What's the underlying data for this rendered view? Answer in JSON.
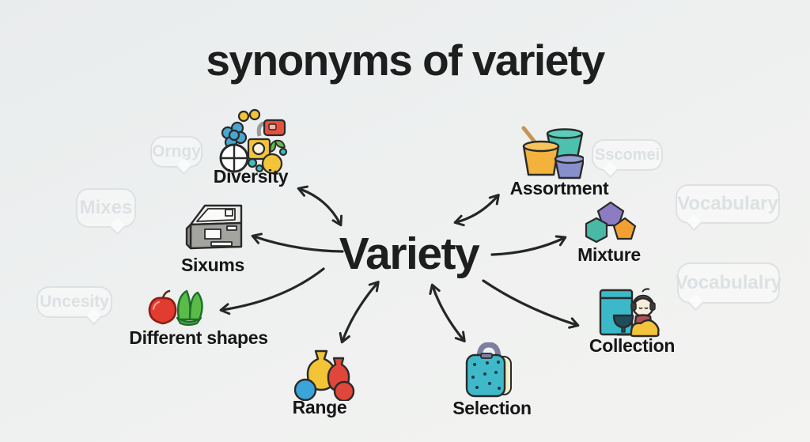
{
  "title": "synonyms of variety",
  "center": {
    "label": "Variety"
  },
  "nodes": [
    {
      "id": "diversity",
      "label": "Diversity",
      "icon": "diversity-cluster-icon"
    },
    {
      "id": "assortment",
      "label": "Assortment",
      "icon": "assorted-cups-icon"
    },
    {
      "id": "sixums",
      "label": "Sixums",
      "icon": "printer-icon"
    },
    {
      "id": "mixture",
      "label": "Mixture",
      "icon": "mixed-polygons-icon"
    },
    {
      "id": "different_shapes",
      "label": "Different shapes",
      "icon": "apple-lettuce-icon"
    },
    {
      "id": "collection",
      "label": "Collection",
      "icon": "cabinet-listener-icon"
    },
    {
      "id": "range",
      "label": "Range",
      "icon": "vases-icon"
    },
    {
      "id": "selection",
      "label": "Selection",
      "icon": "dotted-bag-icon"
    }
  ],
  "watermarks": [
    {
      "label": "Orngy"
    },
    {
      "label": "Mixes"
    },
    {
      "label": "Uncesity"
    },
    {
      "label": "Sscomei"
    },
    {
      "label": "Vocabulary"
    },
    {
      "label": "Vocabulalry"
    }
  ],
  "colors": {
    "text": "#1e1e1e",
    "arrow": "#262626",
    "yellow": "#f2c437",
    "red": "#e0463a",
    "teal": "#45b9a8",
    "blue": "#3ba4d8",
    "purple": "#8d7cc4",
    "orange": "#f2a131",
    "cup_teal": "#4cc2ae",
    "bag_teal": "#3fb9c9",
    "printer_gray": "#a3a3a0"
  }
}
